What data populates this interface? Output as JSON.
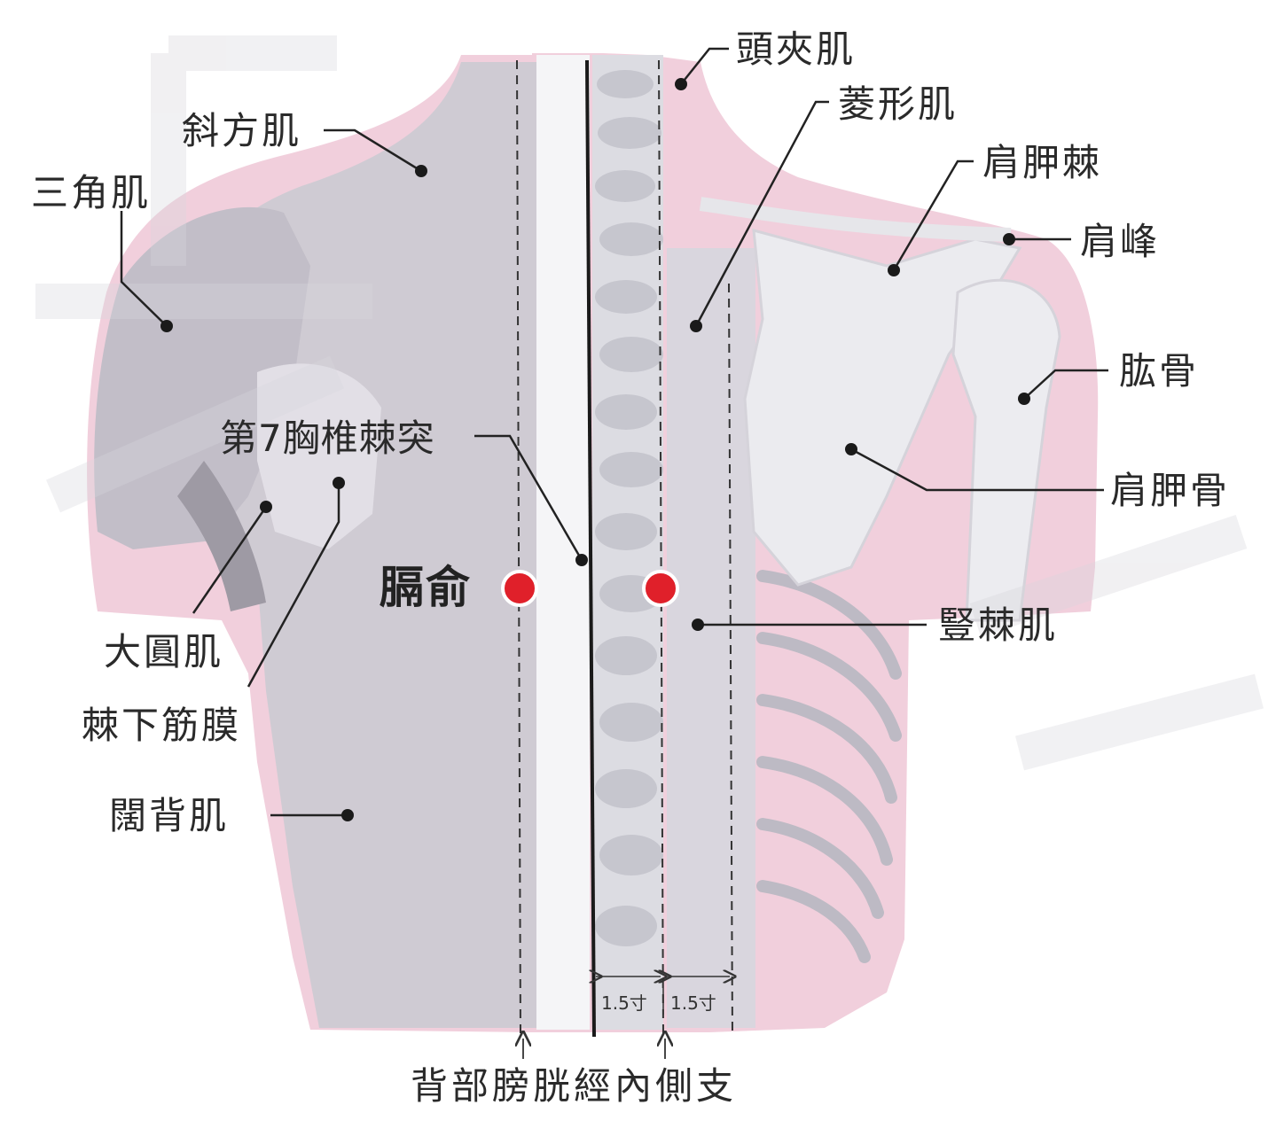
{
  "diagram": {
    "colors": {
      "skin_pink": "#f1cfdc",
      "muscle_gray": "#cfcbd3",
      "bone_white": "#ebebef",
      "acupoint_red": "#e0202a",
      "line_black": "#222222"
    },
    "acupoint": {
      "name": "膈俞"
    },
    "landmark": {
      "label": "第7胸椎棘突"
    },
    "labels": {
      "trapezius": "斜方肌",
      "deltoid": "三角肌",
      "splenius": "頭夾肌",
      "rhomboid": "菱形肌",
      "scapular_spine": "肩胛棘",
      "acromion": "肩峰",
      "humerus": "肱骨",
      "scapula": "肩胛骨",
      "erector_spinae": "豎棘肌",
      "teres_major": "大圓肌",
      "infraspinatus_fascia": "棘下筋膜",
      "latissimus": "闊背肌"
    },
    "measurements": {
      "left": "1.5寸",
      "right": "1.5寸"
    },
    "bottom_label": "背部膀胱經內側支"
  }
}
